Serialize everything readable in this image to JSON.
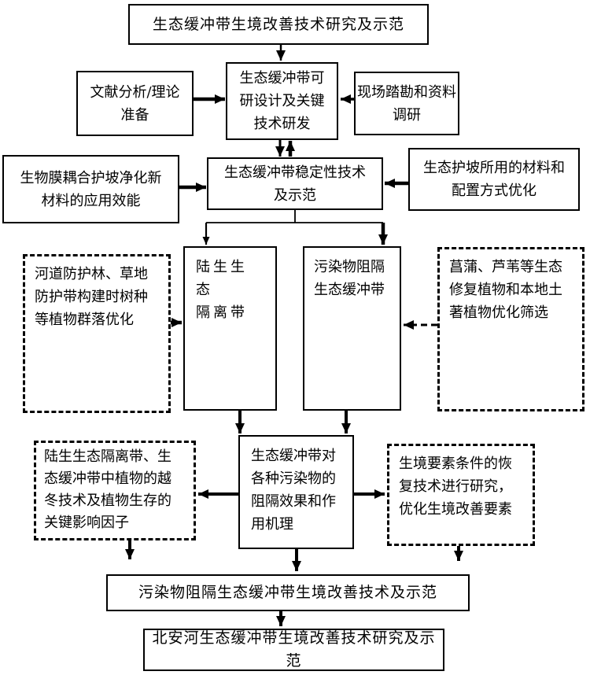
{
  "diagram": {
    "nodes": {
      "title": {
        "text": "生态缓冲带生境改善技术研究及示范"
      },
      "literature": {
        "text": "文献分析/理论\n准备"
      },
      "feasibility": {
        "text": "生态缓冲带可\n研设计及关键\n技术研发"
      },
      "survey": {
        "text": "现场踏勘和资料\n调研"
      },
      "biofilm": {
        "text": "生物膜耦合护坡净化新\n材料的应用效能"
      },
      "stability": {
        "text": "生态缓冲带稳定性技术\n及示范"
      },
      "slope": {
        "text": "生态护坡所用的材料和\n配置方式优化"
      },
      "terrestrial": {
        "text": "陆生生态\n隔离带"
      },
      "pollutant": {
        "text": "污染物阻隔\n生态缓冲带"
      },
      "plant_community": {
        "text": "河道防护林、草地\n防护带构建时树种\n等植物群落优化"
      },
      "repair_plants": {
        "text": "菖蒲、芦苇等生态\n修复植物和本地土\n著植物优化筛选"
      },
      "mechanism": {
        "text": "生态缓冲带对\n各种污染物的\n阻隔效果和作\n用机理"
      },
      "overwinter": {
        "text": "陆生生态隔离带、生\n态缓冲带中植物的越\n冬技术及植物生存的\n关键影响因子"
      },
      "habitat": {
        "text": "生境要素条件的恢\n复技术进行研究，\n优化生境改善要素"
      },
      "demo": {
        "text": "污染物阻隔生态缓冲带生境改善技术及示范"
      },
      "final": {
        "text": "北安河生态缓冲带生境改善技术研究及示范"
      }
    },
    "line_color": "#000000"
  }
}
